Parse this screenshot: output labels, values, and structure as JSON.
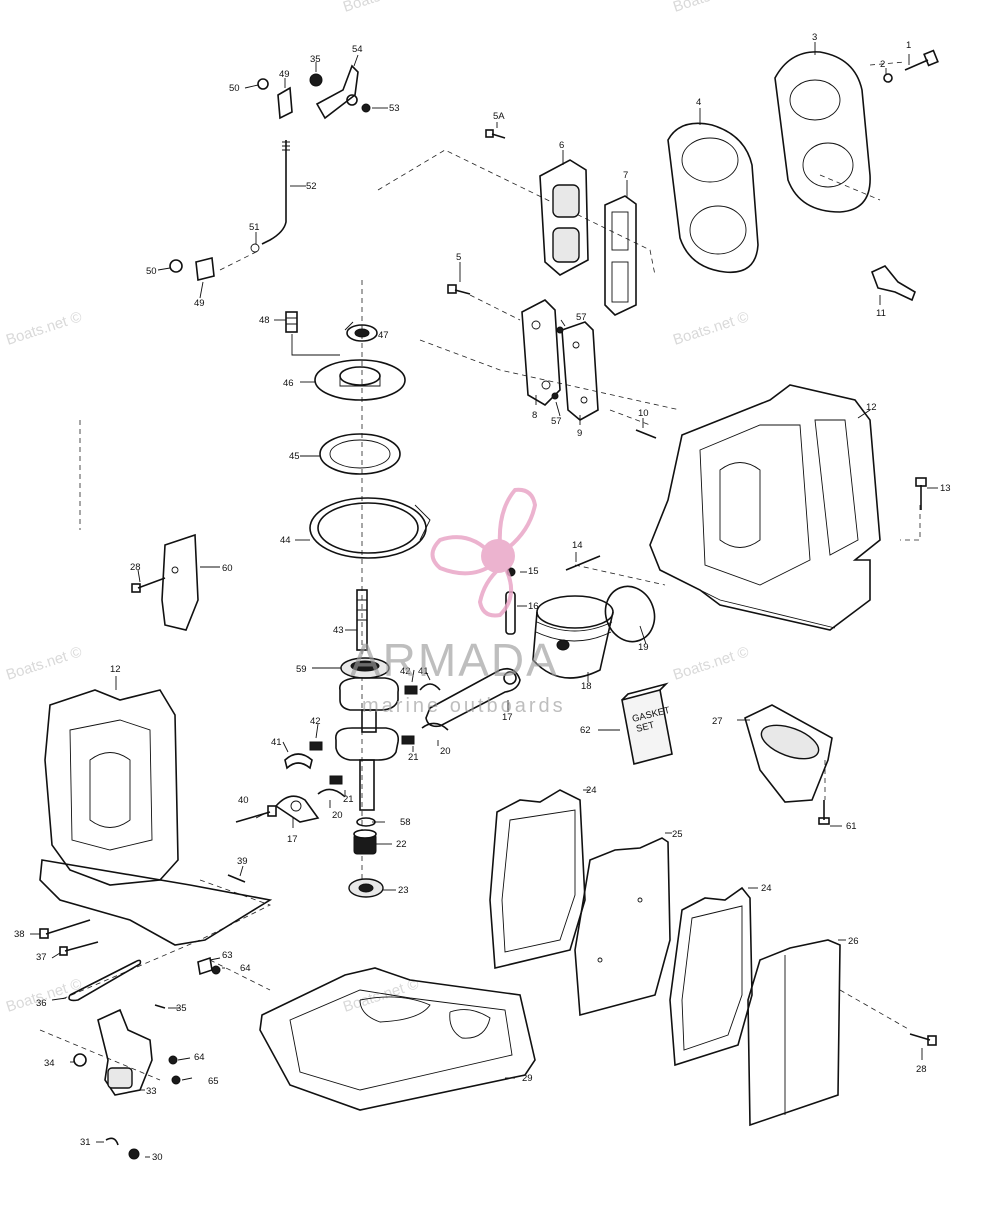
{
  "watermarks": {
    "boats": "Boats.net ©",
    "brand": "ARMADA",
    "brand_sub": "marine outboards"
  },
  "box_label": {
    "line1": "GASKET",
    "line2": "SET"
  },
  "callouts": [
    {
      "id": "c1",
      "label": "1"
    },
    {
      "id": "c2",
      "label": "2"
    },
    {
      "id": "c3",
      "label": "3"
    },
    {
      "id": "c4",
      "label": "4"
    },
    {
      "id": "c5",
      "label": "5"
    },
    {
      "id": "c5a",
      "label": "5A"
    },
    {
      "id": "c6",
      "label": "6"
    },
    {
      "id": "c7",
      "label": "7"
    },
    {
      "id": "c8",
      "label": "8"
    },
    {
      "id": "c9",
      "label": "9"
    },
    {
      "id": "c10",
      "label": "10"
    },
    {
      "id": "c11",
      "label": "11"
    },
    {
      "id": "c12a",
      "label": "12"
    },
    {
      "id": "c12b",
      "label": "12"
    },
    {
      "id": "c13",
      "label": "13"
    },
    {
      "id": "c14",
      "label": "14"
    },
    {
      "id": "c15",
      "label": "15"
    },
    {
      "id": "c16",
      "label": "16"
    },
    {
      "id": "c17a",
      "label": "17"
    },
    {
      "id": "c17b",
      "label": "17"
    },
    {
      "id": "c18",
      "label": "18"
    },
    {
      "id": "c19",
      "label": "19"
    },
    {
      "id": "c20a",
      "label": "20"
    },
    {
      "id": "c20b",
      "label": "20"
    },
    {
      "id": "c21a",
      "label": "21"
    },
    {
      "id": "c21b",
      "label": "21"
    },
    {
      "id": "c22",
      "label": "22"
    },
    {
      "id": "c23",
      "label": "23"
    },
    {
      "id": "c24a",
      "label": "24"
    },
    {
      "id": "c24b",
      "label": "24"
    },
    {
      "id": "c25",
      "label": "25"
    },
    {
      "id": "c26",
      "label": "26"
    },
    {
      "id": "c27",
      "label": "27"
    },
    {
      "id": "c28a",
      "label": "28"
    },
    {
      "id": "c28b",
      "label": "28"
    },
    {
      "id": "c29",
      "label": "29"
    },
    {
      "id": "c30",
      "label": "30"
    },
    {
      "id": "c31",
      "label": "31"
    },
    {
      "id": "c33",
      "label": "33"
    },
    {
      "id": "c34",
      "label": "34"
    },
    {
      "id": "c35a",
      "label": "35"
    },
    {
      "id": "c35b",
      "label": "35"
    },
    {
      "id": "c36",
      "label": "36"
    },
    {
      "id": "c37",
      "label": "37"
    },
    {
      "id": "c38",
      "label": "38"
    },
    {
      "id": "c39",
      "label": "39"
    },
    {
      "id": "c40",
      "label": "40"
    },
    {
      "id": "c41a",
      "label": "41"
    },
    {
      "id": "c41b",
      "label": "41"
    },
    {
      "id": "c42a",
      "label": "42"
    },
    {
      "id": "c42b",
      "label": "42"
    },
    {
      "id": "c43",
      "label": "43"
    },
    {
      "id": "c44",
      "label": "44"
    },
    {
      "id": "c45",
      "label": "45"
    },
    {
      "id": "c46",
      "label": "46"
    },
    {
      "id": "c47",
      "label": "47"
    },
    {
      "id": "c48",
      "label": "48"
    },
    {
      "id": "c49a",
      "label": "49"
    },
    {
      "id": "c49b",
      "label": "49"
    },
    {
      "id": "c50a",
      "label": "50"
    },
    {
      "id": "c50b",
      "label": "50"
    },
    {
      "id": "c51",
      "label": "51"
    },
    {
      "id": "c52",
      "label": "52"
    },
    {
      "id": "c53",
      "label": "53"
    },
    {
      "id": "c54",
      "label": "54"
    },
    {
      "id": "c57a",
      "label": "57"
    },
    {
      "id": "c57b",
      "label": "57"
    },
    {
      "id": "c58",
      "label": "58"
    },
    {
      "id": "c59",
      "label": "59"
    },
    {
      "id": "c60",
      "label": "60"
    },
    {
      "id": "c61",
      "label": "61"
    },
    {
      "id": "c62",
      "label": "62"
    },
    {
      "id": "c63",
      "label": "63"
    },
    {
      "id": "c64a",
      "label": "64"
    },
    {
      "id": "c64b",
      "label": "64"
    },
    {
      "id": "c65",
      "label": "65"
    }
  ],
  "colors": {
    "ink": "#111111",
    "brand_pink": "#e9a6c7",
    "brand_pink_dark": "#d77aa8",
    "brand_text": "#9a9a9a"
  }
}
